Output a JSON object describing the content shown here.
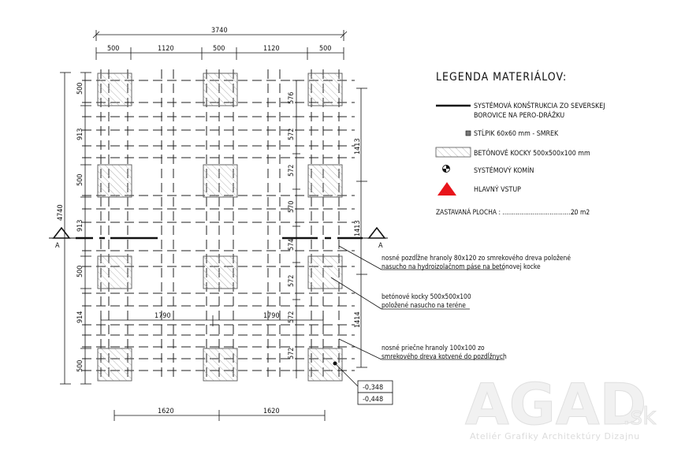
{
  "dimensions": {
    "overall_width": "3740",
    "top_segments": [
      "500",
      "1120",
      "500",
      "1120",
      "500"
    ],
    "overall_height": "4740",
    "left_segments": [
      "500",
      "913",
      "500",
      "913",
      "500",
      "914",
      "500"
    ],
    "inner_segments": [
      "576",
      "572",
      "572",
      "570",
      "574",
      "572",
      "572",
      "572"
    ],
    "right_segments": [
      "1413",
      "1413",
      "1414"
    ],
    "beam_spans": [
      "1790",
      "1790"
    ],
    "bottom_segments": [
      "1620",
      "1620"
    ]
  },
  "section": {
    "left_label": "A",
    "right_label": "A"
  },
  "levels": [
    "-0,348",
    "-0,448"
  ],
  "annotations": {
    "longitudinal_line1": "nosné pozdĺžne hranoly 80x120 zo smrekového dreva položené",
    "longitudinal_line2": "nasucho na hydroizolačnom páse na betónovej kocke",
    "blocks_line1": "betónové kocky 500x500x100",
    "blocks_line2": "položené nasucho na teréne",
    "transverse_line1": "nosné priečne hranoly 100x100 zo",
    "transverse_line2": "smrekového dreva kotvené do pozdĺžnych"
  },
  "legend": {
    "title": "LEGENDA MATERIÁLOV:",
    "item1_line1": "SYSTÉMOVÁ KONŠTRUKCIA ZO SEVERSKEJ",
    "item1_line2": "BOROVICE NA PERO-DRÁŽKU",
    "item2": "STĹPIK 60x60 mm - SMREK",
    "item3": "BETÓNOVÉ KOCKY 500x500x100 mm",
    "item4": "SYSTÉMOVÝ KOMÍN",
    "item5": "HLAVNÝ VSTUP",
    "area_label": "ZASTAVANÁ PLOCHA : .......................................",
    "area_value": "20 m2"
  },
  "watermark": {
    "logo": "AGAD",
    "suffix": ".sk",
    "tagline": "Ateliér Grafiky Architektúry Dizajnu"
  },
  "colors": {
    "entrance": "#e8141b",
    "line": "#111111",
    "hatch": "#9a9a9a"
  },
  "icons": [
    "chimney-icon",
    "post-icon",
    "entrance-triangle-icon",
    "hatch-swatch-icon"
  ]
}
